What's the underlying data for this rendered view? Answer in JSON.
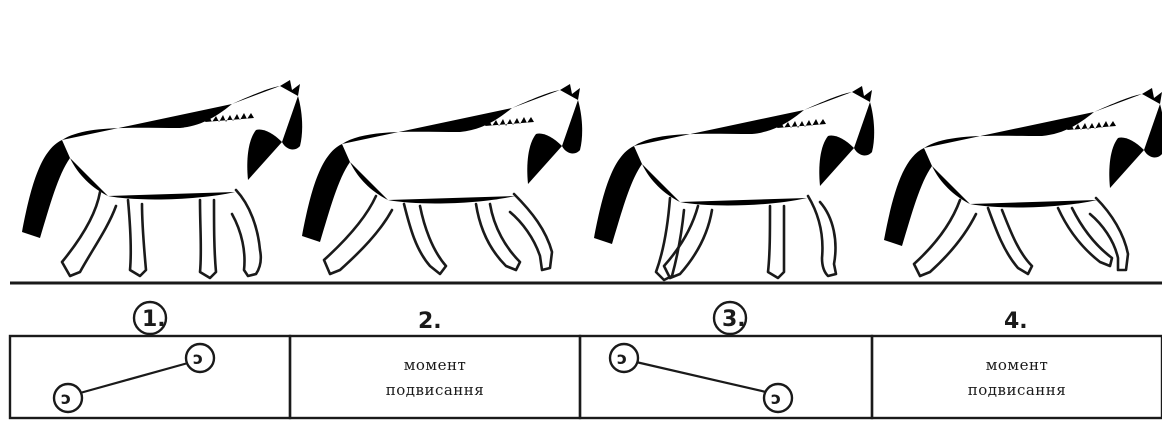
{
  "phases": [
    {
      "number": "1.",
      "circled": true,
      "caption_line1": "",
      "caption_line2": "",
      "hooves": true,
      "descending": false
    },
    {
      "number": "2.",
      "circled": false,
      "caption_line1": "момент",
      "caption_line2": "подвисання",
      "hooves": false,
      "descending": false
    },
    {
      "number": "3.",
      "circled": true,
      "caption_line1": "",
      "caption_line2": "",
      "hooves": true,
      "descending": true
    },
    {
      "number": "4.",
      "circled": false,
      "caption_line1": "момент",
      "caption_line2": "подвисання",
      "hooves": false,
      "descending": false
    }
  ],
  "hoof_symbol": "ↄ",
  "icons": [
    "horse-trot-phase-icon",
    "hoof-print-icon"
  ]
}
